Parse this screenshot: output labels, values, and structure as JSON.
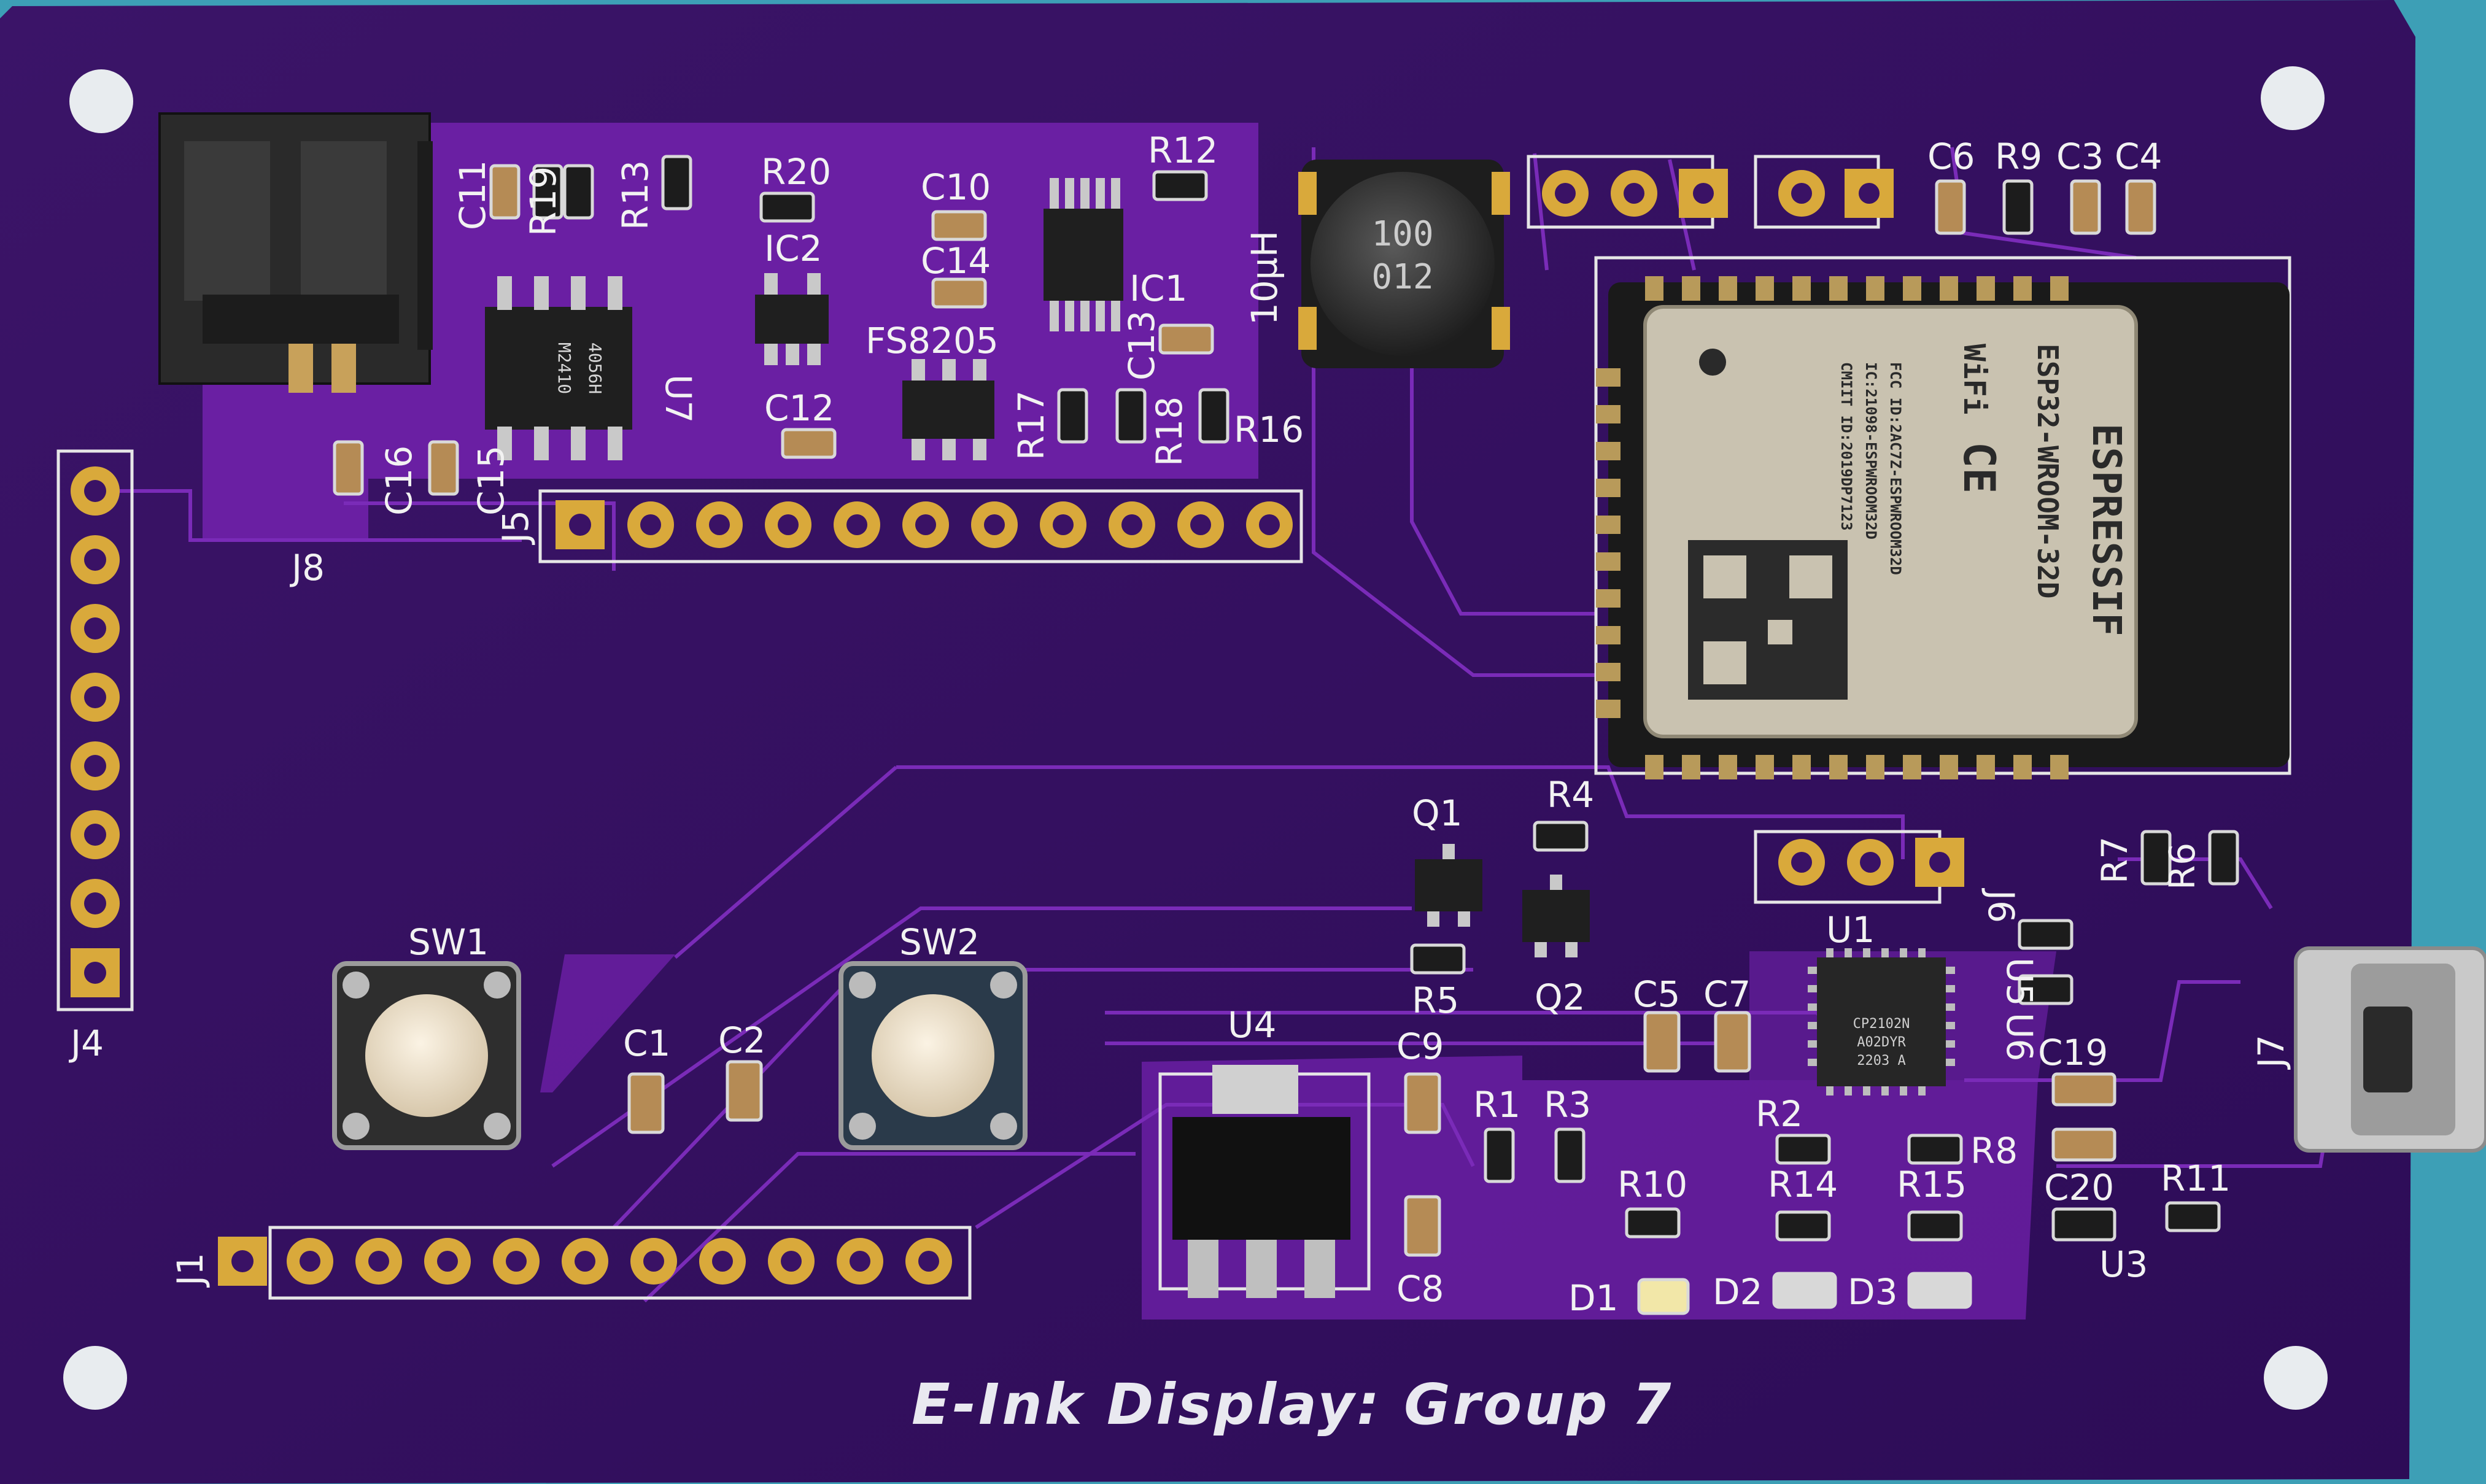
{
  "board": {
    "title": "E-Ink Display: Group 7",
    "colors": {
      "background": "#3d9fb6",
      "pcb": "#3a1265",
      "pcb_light": "#6e20a6",
      "copper_pad": "#d9a93b",
      "silkscreen": "#f2f2f2"
    }
  },
  "labels": {
    "j8": "J8",
    "j5": "J5",
    "j4": "J4",
    "j1": "J1",
    "j6": "J6",
    "j7": "J7",
    "c11": "C11",
    "r19": "R19",
    "r13": "R13",
    "u7": "U7",
    "r20": "R20",
    "ic2": "IC2",
    "c10": "C10",
    "c14": "C14",
    "ic1": "IC1",
    "r12": "R12",
    "ind_val": "10µH",
    "c13": "C13",
    "fs8205": "FS8205",
    "c12": "C12",
    "r17": "R17",
    "r18": "R18",
    "r16": "R16",
    "c16": "C16",
    "c15": "C15",
    "c6": "C6",
    "r9": "R9",
    "c3": "C3",
    "c4": "C4",
    "q1": "Q1",
    "r4": "R4",
    "q2": "Q2",
    "r5": "R5",
    "r7": "R7",
    "r6": "R6",
    "u1": "U1",
    "u5": "U5",
    "u6": "U6",
    "c5": "C5",
    "c7": "C7",
    "c19": "C19",
    "sw1": "SW1",
    "sw2": "SW2",
    "c1": "C1",
    "c2": "C2",
    "u4": "U4",
    "c9": "C9",
    "r1": "R1",
    "r3": "R3",
    "r2": "R2",
    "r8": "R8",
    "r10": "R10",
    "r14": "R14",
    "r15": "R15",
    "c20": "C20",
    "r11": "R11",
    "u3": "U3",
    "c8": "C8",
    "d1": "D1",
    "d2": "D2",
    "d3": "D3"
  },
  "chips": {
    "esp_brand": "ESPRESSIF",
    "esp_model": "ESP32-WROOM-32D",
    "esp_fcc": "FCC ID:2AC7Z-ESPWROOM32D",
    "esp_ic": "IC:21098-ESPWROOM32D",
    "esp_cmiit": "CMIIT ID:2019DP7123",
    "esp_wifi": "WiFi",
    "esp_ce": "CE",
    "u1_line1": "CP2102N",
    "u1_line2": "A02DYR",
    "u1_line3": "2203 A",
    "u7_line1": "4056H",
    "u7_line2": "M2410",
    "ind_line1": "100",
    "ind_line2": "012"
  }
}
